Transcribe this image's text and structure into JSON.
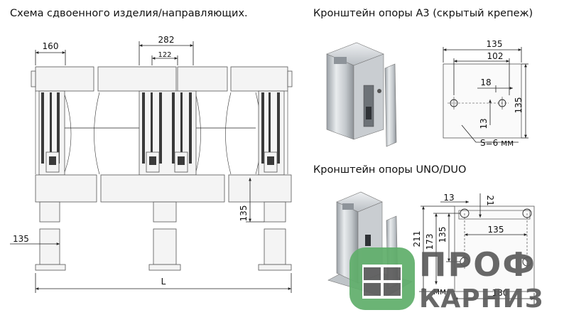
{
  "titles": {
    "left": "Схема сдвоенного изделия/направляющих.",
    "a3": "Кронштейн опоры А3 (скрытый крепеж)",
    "uno": "Кронштейн опоры UNO/DUO"
  },
  "left_dims": {
    "d160": "160",
    "d282": "282",
    "d122": "122",
    "d135v": "135",
    "d135h": "135",
    "L": "L"
  },
  "a3_dims": {
    "d135": "135",
    "d102": "102",
    "d18": "18",
    "d13": "13",
    "d135v": "135",
    "s": "S=6 мм"
  },
  "uno_dims": {
    "d13": "13",
    "d21": "21",
    "d211": "211",
    "d173": "173",
    "d135": "135",
    "d135i": "135",
    "d180": "180",
    "mm": "мм"
  },
  "logo": {
    "line1": "ПРОФ",
    "line2": "КАРНИЗ",
    "colors": {
      "green": "#5fae6a",
      "gray": "#5c5c5c"
    }
  }
}
